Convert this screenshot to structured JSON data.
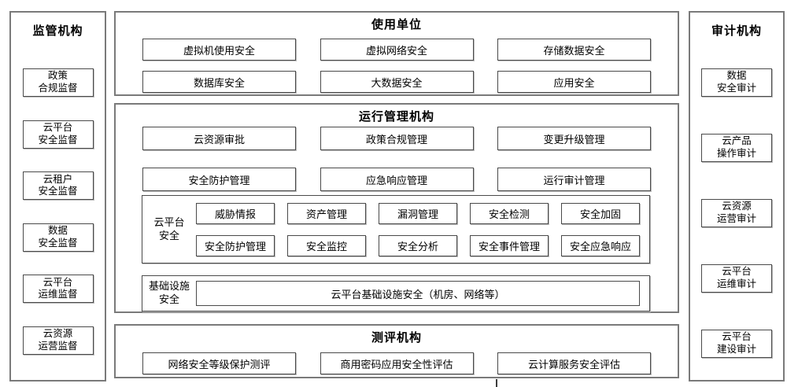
{
  "left_panel": {
    "title": "监管机构",
    "items": [
      "政策\n合规监督",
      "云平台\n安全监督",
      "云租户\n安全监督",
      "数据\n安全监督",
      "云平台\n运维监督",
      "云资源\n运营监督"
    ]
  },
  "right_panel": {
    "title": "审计机构",
    "items": [
      "数据\n安全审计",
      "云产品\n操作审计",
      "云资源\n运营审计",
      "云平台\n运维审计",
      "云平台\n建设审计"
    ]
  },
  "usage_section": {
    "title": "使用单位",
    "rows": [
      [
        "虚拟机使用安全",
        "虚拟网络安全",
        "存储数据安全"
      ],
      [
        "数据库安全",
        "大数据安全",
        "应用安全"
      ]
    ]
  },
  "operation_section": {
    "title": "运行管理机构",
    "rows": [
      [
        "云资源审批",
        "政策合规管理",
        "变更升级管理"
      ],
      [
        "安全防护管理",
        "应急响应管理",
        "运行审计管理"
      ]
    ],
    "platform_security_group": {
      "label": "云平台\n安全",
      "rows": [
        [
          "威胁情报",
          "资产管理",
          "漏洞管理",
          "安全检测",
          "安全加固"
        ],
        [
          "安全防护管理",
          "安全监控",
          "安全分析",
          "安全事件管理",
          "安全应急响应"
        ]
      ]
    },
    "infrastructure_group": {
      "label": "基础设施\n安全",
      "item": "云平台基础设施安全（机房、网络等）"
    }
  },
  "evaluation_section": {
    "title": "测评机构",
    "items": [
      "网络安全等级保护测评",
      "商用密码应用安全性评估",
      "云计算服务安全评估"
    ]
  },
  "colors": {
    "background": "#ffffff",
    "panel_border": "#7a7a7a",
    "box_border": "#4a4a4a",
    "box_shadow": "#bcbcbc",
    "text": "#000000"
  }
}
